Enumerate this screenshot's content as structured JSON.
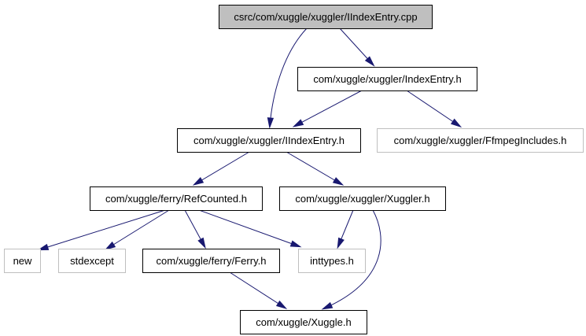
{
  "nodes": [
    {
      "id": "n0",
      "label": "csrc/com/xuggle/xuggler/IIndexEntry.cpp",
      "style": "root"
    },
    {
      "id": "n1",
      "label": "com/xuggle/xuggler/IndexEntry.h",
      "style": "documented"
    },
    {
      "id": "n2",
      "label": "com/xuggle/xuggler/IIndexEntry.h",
      "style": "documented"
    },
    {
      "id": "n3",
      "label": "com/xuggle/xuggler/FfmpegIncludes.h",
      "style": "undocumented"
    },
    {
      "id": "n4",
      "label": "com/xuggle/ferry/RefCounted.h",
      "style": "documented"
    },
    {
      "id": "n5",
      "label": "com/xuggle/xuggler/Xuggler.h",
      "style": "documented"
    },
    {
      "id": "n6",
      "label": "new",
      "style": "undocumented"
    },
    {
      "id": "n7",
      "label": "stdexcept",
      "style": "undocumented"
    },
    {
      "id": "n8",
      "label": "com/xuggle/ferry/Ferry.h",
      "style": "documented"
    },
    {
      "id": "n9",
      "label": "inttypes.h",
      "style": "undocumented"
    },
    {
      "id": "n10",
      "label": "com/xuggle/Xuggle.h",
      "style": "documented"
    }
  ],
  "edges": [
    [
      "n0",
      "n1"
    ],
    [
      "n0",
      "n2"
    ],
    [
      "n1",
      "n2"
    ],
    [
      "n1",
      "n3"
    ],
    [
      "n2",
      "n4"
    ],
    [
      "n2",
      "n5"
    ],
    [
      "n4",
      "n6"
    ],
    [
      "n4",
      "n7"
    ],
    [
      "n4",
      "n8"
    ],
    [
      "n4",
      "n9"
    ],
    [
      "n5",
      "n9"
    ],
    [
      "n5",
      "n10"
    ],
    [
      "n8",
      "n10"
    ]
  ],
  "colors": {
    "root_fill": "#bfbfbf",
    "documented_border": "#000000",
    "undocumented_border": "#bfbfbf",
    "edge": "#191970",
    "background": "#ffffff"
  }
}
